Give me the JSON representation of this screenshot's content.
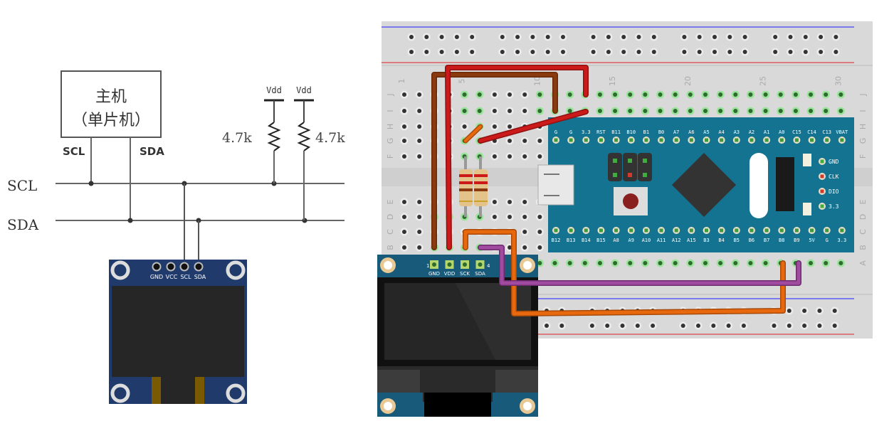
{
  "schematic": {
    "host_box": {
      "line1": "主机",
      "line2": "（单片机）"
    },
    "host_pins": {
      "scl": "SCL",
      "sda": "SDA"
    },
    "bus_labels": {
      "scl": "SCL",
      "sda": "SDA"
    },
    "pullups": [
      {
        "supply": "Vdd",
        "value": "4.7k",
        "bus": "SCL"
      },
      {
        "supply": "Vdd",
        "value": "4.7k",
        "bus": "SDA"
      }
    ],
    "oled_module": {
      "pins": [
        "GND",
        "VCC",
        "SCL",
        "SDA"
      ],
      "board_color": "#1f3a6b",
      "screen_color": "#262626",
      "flex_color": "#7a5a00"
    }
  },
  "breadboard": {
    "column_numbers": [
      "1",
      "5",
      "10",
      "15",
      "20",
      "25",
      "30"
    ],
    "rows_top": [
      "J",
      "I",
      "H",
      "G",
      "F"
    ],
    "rows_bottom": [
      "E",
      "D",
      "C",
      "B",
      "A"
    ],
    "rail_colors": {
      "negative": "#1a1aff",
      "positive": "#e02020"
    }
  },
  "mcu_board": {
    "color": "#137391",
    "top_pins": [
      "G",
      "G",
      "3.3",
      "RST",
      "B11",
      "B10",
      "B1",
      "B0",
      "A7",
      "A6",
      "A5",
      "A4",
      "A3",
      "A2",
      "A1",
      "A0",
      "C15",
      "C14",
      "C13",
      "VBAT"
    ],
    "bottom_pins": [
      "B12",
      "B13",
      "B14",
      "B15",
      "A8",
      "A9",
      "A10",
      "A11",
      "A12",
      "A15",
      "B3",
      "B4",
      "B5",
      "B6",
      "B7",
      "B8",
      "B9",
      "5V",
      "G",
      "3.3"
    ],
    "swd_pins": [
      {
        "label": "GND",
        "color": "#3fae3f"
      },
      {
        "label": "CLK",
        "color": "#d33a2c"
      },
      {
        "label": "DIO",
        "color": "#d33a2c"
      },
      {
        "label": "3.3",
        "color": "#3fae3f"
      }
    ]
  },
  "oled_breadboard": {
    "pin_numbers": {
      "first": "1",
      "last": "4"
    },
    "pins": [
      "GND",
      "VDD",
      "SCK",
      "SDA"
    ],
    "board_color": "#175a7a"
  },
  "wires": [
    {
      "name": "gnd-wire",
      "color": "#8b3a0f"
    },
    {
      "name": "vdd-wire",
      "color": "#cc1a1a"
    },
    {
      "name": "sck-wire",
      "color": "#e8680e"
    },
    {
      "name": "sda-wire",
      "color": "#a04aa0"
    }
  ],
  "resistors": {
    "count": 2,
    "bands": [
      "#cc1a1a",
      "#cc1a1a",
      "#8b3a0f",
      "#c9a227"
    ]
  }
}
